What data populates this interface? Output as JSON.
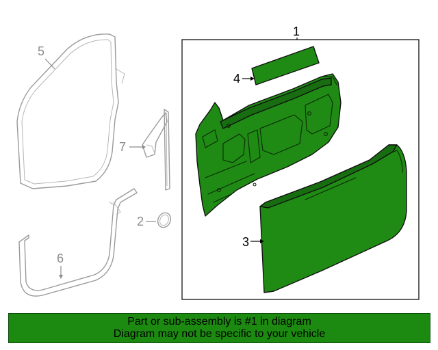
{
  "colors": {
    "part_fill": "#1f8b14",
    "part_fill_dark": "#176d0f",
    "banner_bg": "#1c8a10",
    "ghost_stroke": "#9a9a9a",
    "frame_stroke": "#222222"
  },
  "callouts": {
    "c1": "1",
    "c2": "2",
    "c3": "3",
    "c4": "4",
    "c5": "5",
    "c6": "6",
    "c7": "7"
  },
  "banner": {
    "line1": "Part or sub-assembly is #1 in diagram",
    "line2": "Diagram may not be specific to your vehicle"
  }
}
